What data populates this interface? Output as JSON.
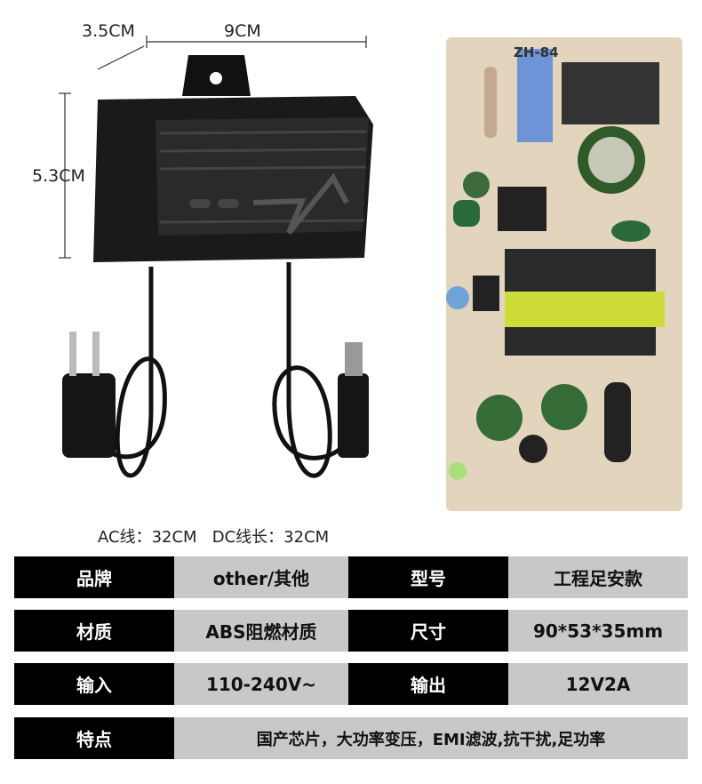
{
  "dimensions": {
    "depth": "3.5CM",
    "width": "9CM",
    "height": "5.3CM"
  },
  "cable_lengths": "AC线：32CM   DC线长：32CM",
  "pcb": {
    "label": "ZH-84"
  },
  "specs": [
    {
      "k1": "品牌",
      "v1": "other/其他",
      "k2": "型号",
      "v2": "工程足安款"
    },
    {
      "k1": "材质",
      "v1": "ABS阻燃材质",
      "k2": "尺寸",
      "v2": "90*53*35mm"
    },
    {
      "k1": "输入",
      "v1": "110-240V~",
      "k2": "输出",
      "v2": "12V2A"
    }
  ],
  "feature": {
    "k": "特点",
    "v": "国产芯片，大功率变压，EMI滤波,抗干扰,足功率"
  }
}
